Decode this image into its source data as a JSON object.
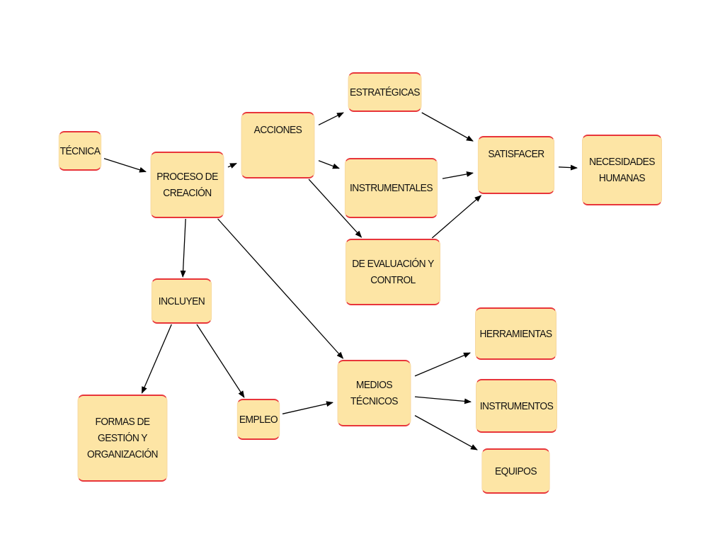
{
  "diagram": {
    "nodes": {
      "tecnica": "TÉCNICA",
      "proceso": "PROCESO DE\nCREACIÓN",
      "acciones": "ACCIONES",
      "estrategicas": "ESTRATÉGICAS",
      "instrumentales": "INSTRUMENTALES",
      "evaluacion": "DE EVALUACIÓN Y\nCONTROL",
      "satisfacer": "SATISFACER",
      "necesidades": "NECESIDADES\nHUMANAS",
      "incluyen": "INCLUYEN",
      "formas": "FORMAS DE\nGESTIÓN Y\nORGANIZACIÓN",
      "empleo": "EMPLEO",
      "medios": "MEDIOS\nTÉCNICOS",
      "herramientas": "HERRAMIENTAS",
      "instrumentos": "INSTRUMENTOS",
      "equipos": "EQUIPOS"
    },
    "edges": [
      {
        "from": "tecnica",
        "to": "proceso"
      },
      {
        "from": "proceso",
        "to": "acciones"
      },
      {
        "from": "acciones",
        "to": "estrategicas"
      },
      {
        "from": "acciones",
        "to": "instrumentales"
      },
      {
        "from": "acciones",
        "to": "evaluacion"
      },
      {
        "from": "estrategicas",
        "to": "satisfacer"
      },
      {
        "from": "instrumentales",
        "to": "satisfacer"
      },
      {
        "from": "evaluacion",
        "to": "satisfacer"
      },
      {
        "from": "satisfacer",
        "to": "necesidades"
      },
      {
        "from": "proceso",
        "to": "incluyen"
      },
      {
        "from": "proceso",
        "to": "medios"
      },
      {
        "from": "incluyen",
        "to": "formas"
      },
      {
        "from": "incluyen",
        "to": "empleo"
      },
      {
        "from": "empleo",
        "to": "medios"
      },
      {
        "from": "medios",
        "to": "herramientas"
      },
      {
        "from": "medios",
        "to": "instrumentos"
      },
      {
        "from": "medios",
        "to": "equipos"
      }
    ],
    "colors": {
      "node_fill": "#fde5a5",
      "node_edge": "#e8353a",
      "arrow": "#000000"
    }
  }
}
